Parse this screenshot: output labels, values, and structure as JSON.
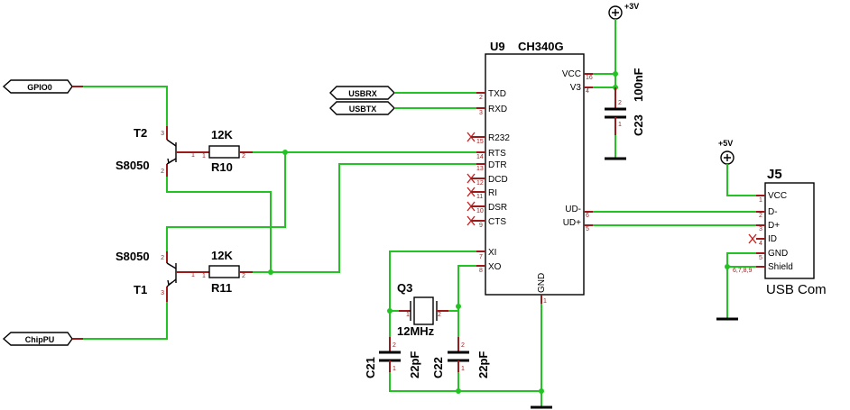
{
  "u9": {
    "ref": "U9",
    "part": "CH340G",
    "pins": [
      {
        "name": "TXD",
        "num": "2"
      },
      {
        "name": "RXD",
        "num": "3"
      },
      {
        "name": "R232",
        "num": "15"
      },
      {
        "name": "RTS",
        "num": "14"
      },
      {
        "name": "DTR",
        "num": "13"
      },
      {
        "name": "DCD",
        "num": "12"
      },
      {
        "name": "RI",
        "num": "11"
      },
      {
        "name": "DSR",
        "num": "10"
      },
      {
        "name": "CTS",
        "num": "9"
      },
      {
        "name": "XI",
        "num": "7"
      },
      {
        "name": "XO",
        "num": "8"
      },
      {
        "name": "VCC",
        "num": "16"
      },
      {
        "name": "V3",
        "num": "4"
      },
      {
        "name": "UD-",
        "num": "6"
      },
      {
        "name": "UD+",
        "num": "5"
      },
      {
        "name": "GND",
        "num": "1"
      }
    ]
  },
  "nets": {
    "gpio0": "GPIO0",
    "chippu": "ChipPU",
    "usbrx": "USBRX",
    "usbtx": "USBTX"
  },
  "power": {
    "v3": "+3V",
    "v5": "+5V"
  },
  "t2": {
    "ref": "T2",
    "part": "S8050",
    "pins": [
      "3",
      "1",
      "2"
    ]
  },
  "t1": {
    "ref": "T1",
    "part": "S8050",
    "pins": [
      "2",
      "1",
      "3"
    ]
  },
  "r10": {
    "ref": "R10",
    "value": "12K",
    "pins": [
      "1",
      "2"
    ]
  },
  "r11": {
    "ref": "R11",
    "value": "12K",
    "pins": [
      "1",
      "2"
    ]
  },
  "q3": {
    "ref": "Q3",
    "value": "12MHz",
    "pins": [
      "1",
      "2"
    ]
  },
  "c21": {
    "ref": "C21",
    "value": "22pF",
    "pins": [
      "2",
      "1"
    ]
  },
  "c22": {
    "ref": "C22",
    "value": "22pF",
    "pins": [
      "2",
      "1"
    ]
  },
  "c23": {
    "ref": "C23",
    "value": "100nF",
    "pins": [
      "2",
      "1"
    ]
  },
  "j5": {
    "ref": "J5",
    "name": "USB Com",
    "pins": [
      {
        "name": "VCC",
        "num": "1"
      },
      {
        "name": "D-",
        "num": "2"
      },
      {
        "name": "D+",
        "num": "3"
      },
      {
        "name": "ID",
        "num": "4"
      },
      {
        "name": "GND",
        "num": "5"
      },
      {
        "name": "Shield",
        "num": "6,7,8,9"
      }
    ]
  }
}
